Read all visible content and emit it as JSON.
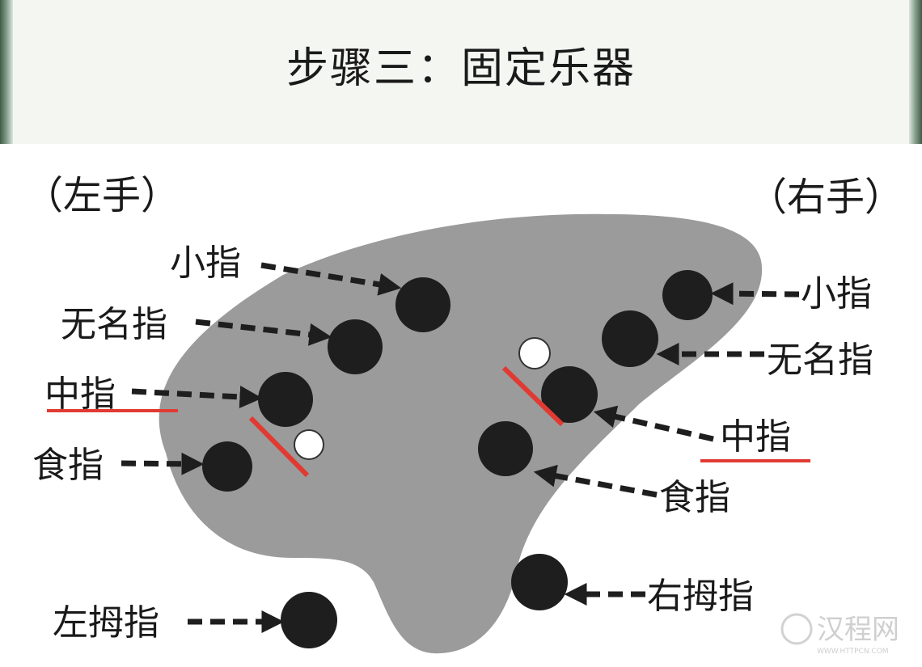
{
  "title": "步骤三：固定乐器",
  "hands": {
    "left": "（左手）",
    "right": "（右手）"
  },
  "left_labels": {
    "pinky": "小指",
    "ring": "无名指",
    "middle": "中指",
    "index": "食指",
    "thumb": "左拇指"
  },
  "right_labels": {
    "pinky": "小指",
    "ring": "无名指",
    "middle": "中指",
    "index": "食指",
    "thumb": "右拇指"
  },
  "watermark": {
    "text": "汉程网",
    "url": "WWW.HTTPCN.COM"
  },
  "colors": {
    "body": "#9b9b9b",
    "hole": "#1e1e1e",
    "underline": "#e03a32",
    "small_hole": "#ffffff"
  }
}
